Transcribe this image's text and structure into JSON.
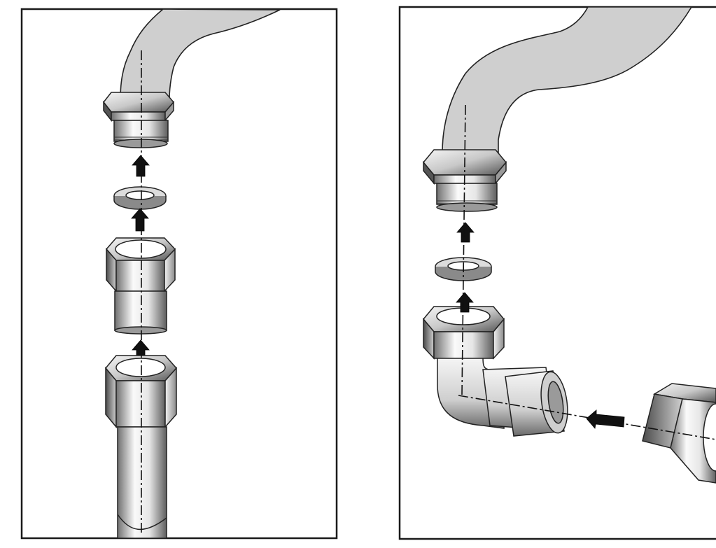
{
  "figure": {
    "panels": [
      {
        "id": "straight-connection",
        "parts": [
          "hose",
          "threaded-nipple",
          "sealing-washer",
          "reducing-nut",
          "hex-nut",
          "pipe"
        ]
      },
      {
        "id": "elbow-connection",
        "parts": [
          "hose",
          "threaded-nipple",
          "sealing-washer",
          "elbow-fitting",
          "hex-nut"
        ]
      }
    ],
    "colors": {
      "line": "#1a1a1a",
      "hose": "#cfcfcf",
      "metal_light": "#f4f4f4",
      "metal_dark": "#6f6f6f",
      "arrow": "#111111"
    }
  }
}
